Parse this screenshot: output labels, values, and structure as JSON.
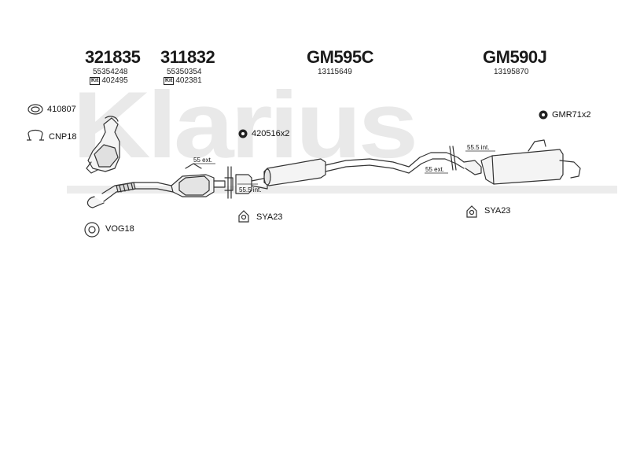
{
  "watermark": "Klarius",
  "parts": [
    {
      "number": "321835",
      "ref": "55354248",
      "kit_tag": "Kit",
      "kit": "402495"
    },
    {
      "number": "311832",
      "ref": "55350354",
      "kit_tag": "Kit",
      "kit": "402381"
    },
    {
      "number": "GM595C",
      "ref": "13115649"
    },
    {
      "number": "GM590J",
      "ref": "13195870"
    }
  ],
  "fittings": {
    "f1": "410807",
    "f2": "CNP18",
    "f3": "VOG18",
    "f4": "420516x2",
    "f5": "SYA23",
    "f6": "SYA23",
    "f7": "GMR71x2"
  },
  "dimensions": {
    "d1": "55 ext.",
    "d2": "55.5 int.",
    "d3": "55.5 int.",
    "d4": "55 ext."
  }
}
